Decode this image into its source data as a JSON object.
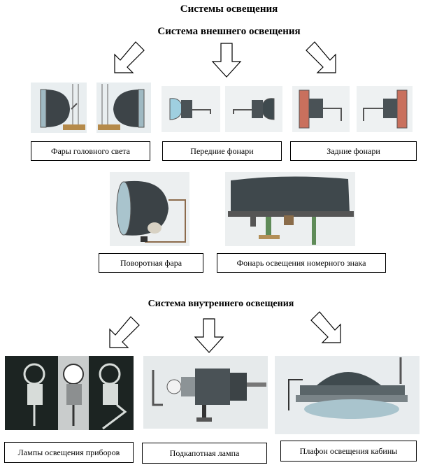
{
  "titles": {
    "main": "Системы освещения",
    "exterior": "Система внешнего освещения",
    "interior": "Система внутреннего освещения"
  },
  "labels": {
    "headlights": "Фары головного  света",
    "front_lights": "Передние фонари",
    "rear_lights": "Задние фонари",
    "cornering_light": "Поворотная фара",
    "plate_light": "Фонарь  освещения номерного  знака",
    "instrument_lamps": "Лампы освещения приборов",
    "hood_lamp": "Подкапотная лампа",
    "cabin_light": "Плафон освещения кабины"
  }
}
